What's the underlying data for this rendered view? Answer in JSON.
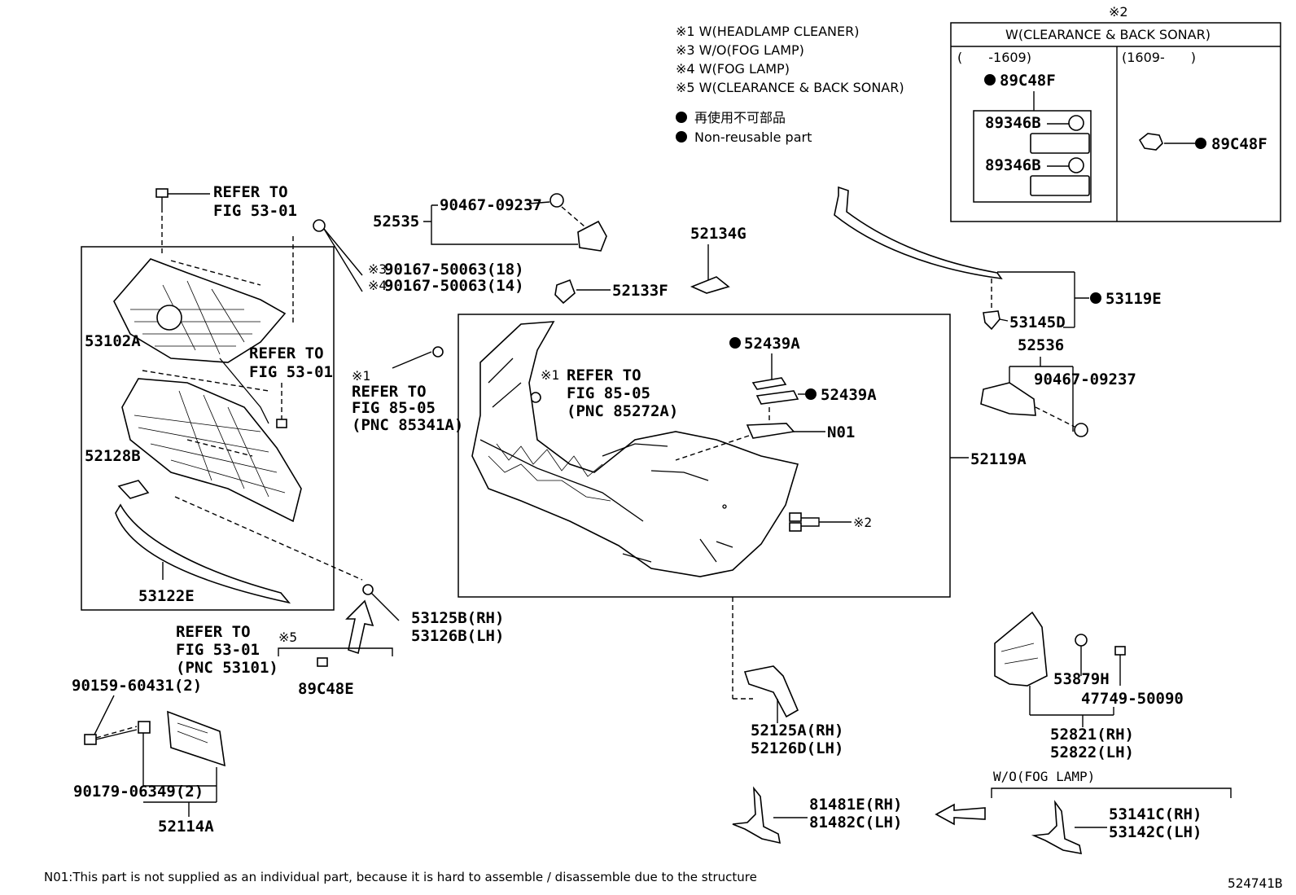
{
  "legend": {
    "notes": [
      "※1 W(HEADLAMP CLEANER)",
      "※3 W/O(FOG LAMP)",
      "※4 W(FOG LAMP)",
      "※5 W(CLEARANCE & BACK SONAR)"
    ],
    "non_reusable_jp": "再使用不可部品",
    "non_reusable_en": "Non-reusable part"
  },
  "sonar_box": {
    "marker": "※2",
    "title": "W(CLEARANCE & BACK SONAR)",
    "left_range": "(　　-1609)",
    "right_range": "(1609-　　)",
    "left_part": "89C48F",
    "sub1": "89346B",
    "sub2": "89346B",
    "right_part": "89C48F"
  },
  "parts": {
    "p52535": "52535",
    "p90467a": "90467-09237",
    "p52134G": "52134G",
    "p52133F": "52133F",
    "p90167a": "90167-50063(18)",
    "p90167b": "90167-50063(14)",
    "m3": "※3",
    "m4": "※4",
    "refer_top_1": "REFER TO",
    "refer_top_2": "FIG 53-01",
    "p53102A": "53102A",
    "refer_mid_1": "REFER TO",
    "refer_mid_2": "FIG 53-01",
    "p52128B": "52128B",
    "p53122E": "53122E",
    "refer_bot_1": "REFER TO",
    "refer_bot_2": "FIG 53-01",
    "refer_bot_3": "(PNC 53101)",
    "m1a": "※1",
    "refer_hc_1": "REFER TO",
    "refer_hc_2": "FIG 85-05",
    "refer_hc_3": "(PNC 85341A)",
    "m1b": "※1",
    "refer_hc2_1": "REFER TO",
    "refer_hc2_2": "FIG 85-05",
    "refer_hc2_3": "(PNC 85272A)",
    "p52439A_1": "52439A",
    "p52439A_2": "52439A",
    "pN01": "N01",
    "p52119A": "52119A",
    "m2": "※2",
    "p53119E": "53119E",
    "p53145D": "53145D",
    "p52536": "52536",
    "p90467b": "90467-09237",
    "p53125B": "53125B(RH)",
    "p53126B": "53126B(LH)",
    "m5": "※5",
    "p89C48E": "89C48E",
    "p90159": "90159-60431(2)",
    "p90179": "90179-06349(2)",
    "p52114A": "52114A",
    "p52125A": "52125A(RH)",
    "p52126D": "52126D(LH)",
    "p53879H": "53879H",
    "p47749": "47749-50090",
    "p52821": "52821(RH)",
    "p52822": "52822(LH)",
    "wo_fog": "W/O(FOG LAMP)",
    "p81481E": "81481E(RH)",
    "p81482C": "81482C(LH)",
    "p53141C": "53141C(RH)",
    "p53142C": "53142C(LH)"
  },
  "footnote": "N01:This part is not supplied as an individual part, because it is hard to assemble / disassemble due to the structure",
  "figure_id": "524741B"
}
